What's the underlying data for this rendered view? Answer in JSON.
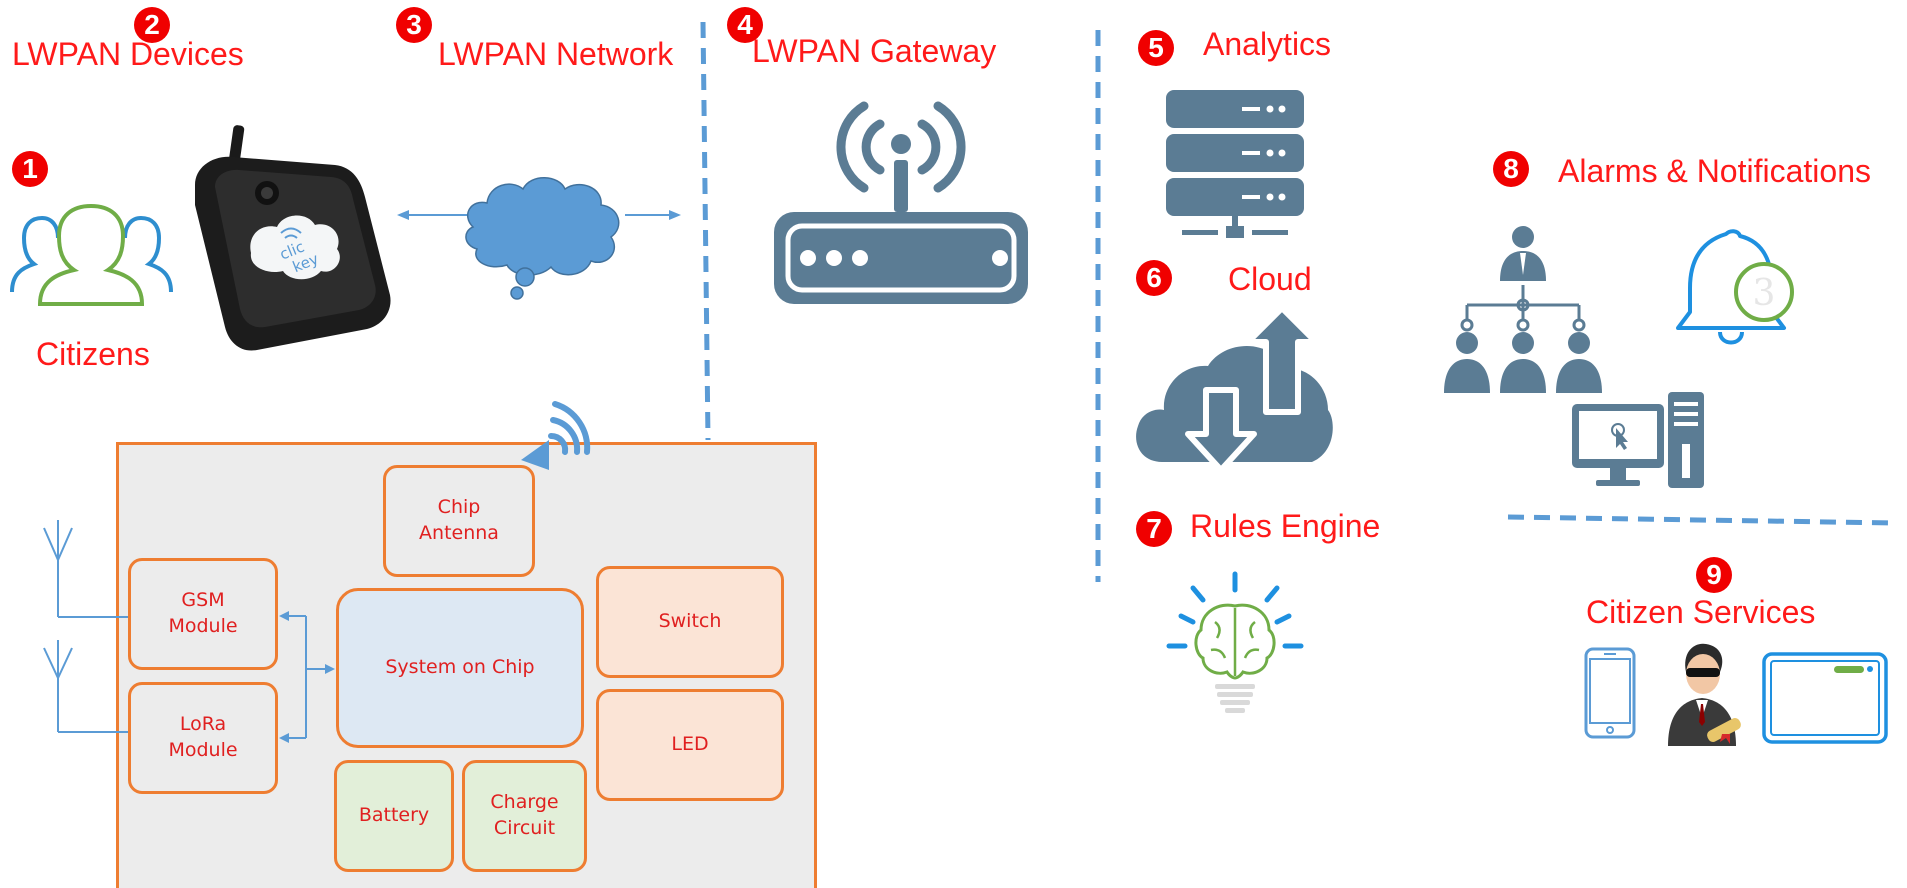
{
  "steps": [
    "1",
    "2",
    "3",
    "4",
    "5",
    "6",
    "7",
    "8",
    "9"
  ],
  "labels": {
    "devices": "LWPAN Devices",
    "network": "LWPAN Network",
    "gateway": "LWPAN Gateway",
    "analytics": "Analytics",
    "cloud": "Cloud",
    "rules": "Rules Engine",
    "alarms": "Alarms & Notifications",
    "citizens": "Citizens",
    "citizen_services": "Citizen Services"
  },
  "device_logo": [
    "clic",
    "key"
  ],
  "bell_badge": "3",
  "board": {
    "chip_antenna": "Chip\nAntenna",
    "gsm": "GSM\nModule",
    "lora": "LoRa\nModule",
    "soc": "System on Chip",
    "switch": "Switch",
    "led": "LED",
    "battery": "Battery",
    "charge": "Charge\nCircuit"
  },
  "colors": {
    "label_red": "#ff1a1a",
    "badge_red": "#f00000",
    "icon_slate": "#5b7c94",
    "line_blue": "#5b9bd5",
    "box_orange": "#ee7d31",
    "board_bg": "#ececec",
    "soc_fill": "#dde8f3",
    "peach_fill": "#fbe4d6",
    "green_fill": "#e2efd9",
    "cloud_blue": "#5b9bd5",
    "people_green": "#70ad47",
    "people_blue": "#2e8ecf"
  }
}
